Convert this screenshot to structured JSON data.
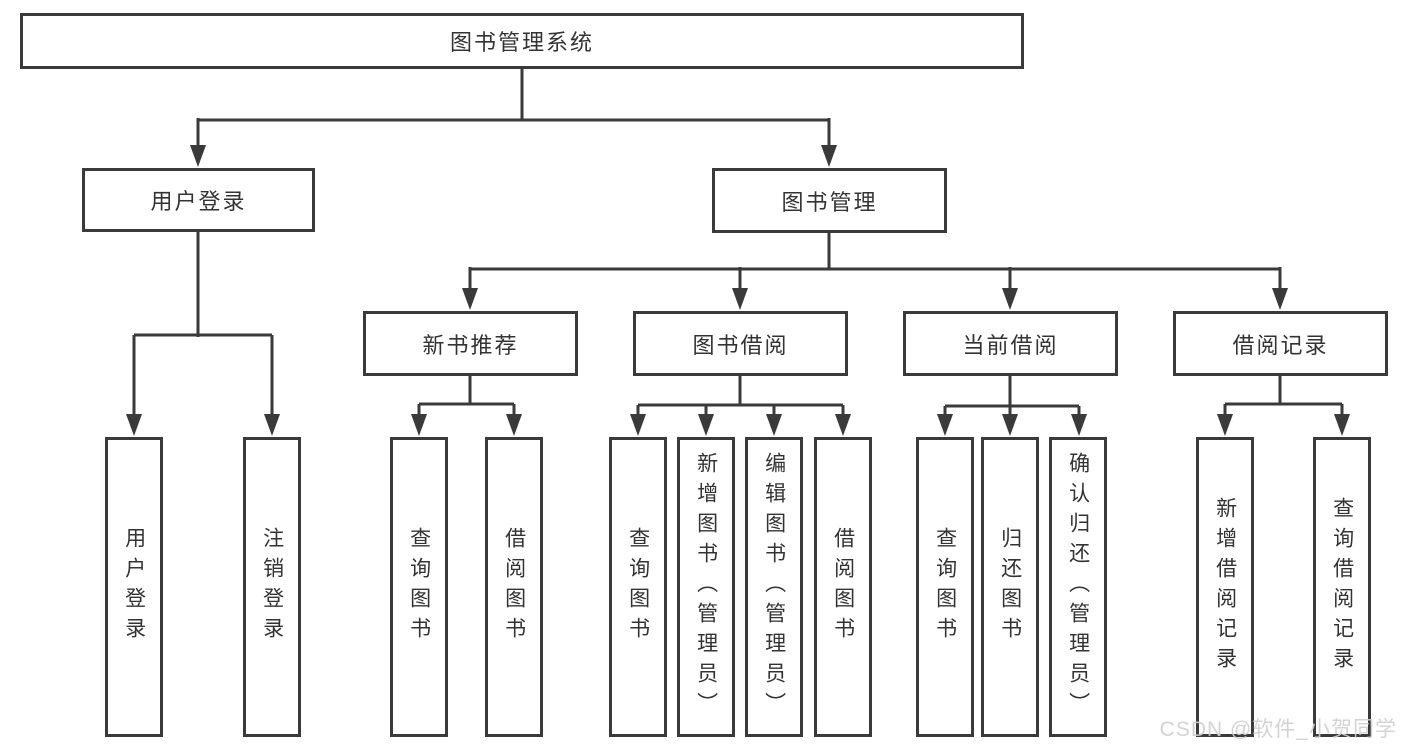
{
  "diagram": {
    "root": {
      "label": "图书管理系统"
    },
    "level2": [
      {
        "label": "用户登录",
        "children": [
          {
            "label": "用户登录"
          },
          {
            "label": "注销登录"
          }
        ]
      },
      {
        "label": "图书管理",
        "children": [
          {
            "label": "新书推荐",
            "children": [
              {
                "label": "查询图书"
              },
              {
                "label": "借阅图书"
              }
            ]
          },
          {
            "label": "图书借阅",
            "children": [
              {
                "label": "查询图书"
              },
              {
                "label": "新增图书（管理员）"
              },
              {
                "label": "编辑图书（管理员）"
              },
              {
                "label": "借阅图书"
              }
            ]
          },
          {
            "label": "当前借阅",
            "children": [
              {
                "label": "查询图书"
              },
              {
                "label": "归还图书"
              },
              {
                "label": "确认归还（管理员）"
              }
            ]
          },
          {
            "label": "借阅记录",
            "children": [
              {
                "label": "新增借阅记录"
              },
              {
                "label": "查询借阅记录"
              }
            ]
          }
        ]
      }
    ],
    "watermark": "CSDN @软件_小贺同学",
    "colors": {
      "line": "#3a3a3a",
      "text": "#333333",
      "box_bg": "#ffffff",
      "watermark": "#cfcfcf"
    }
  }
}
